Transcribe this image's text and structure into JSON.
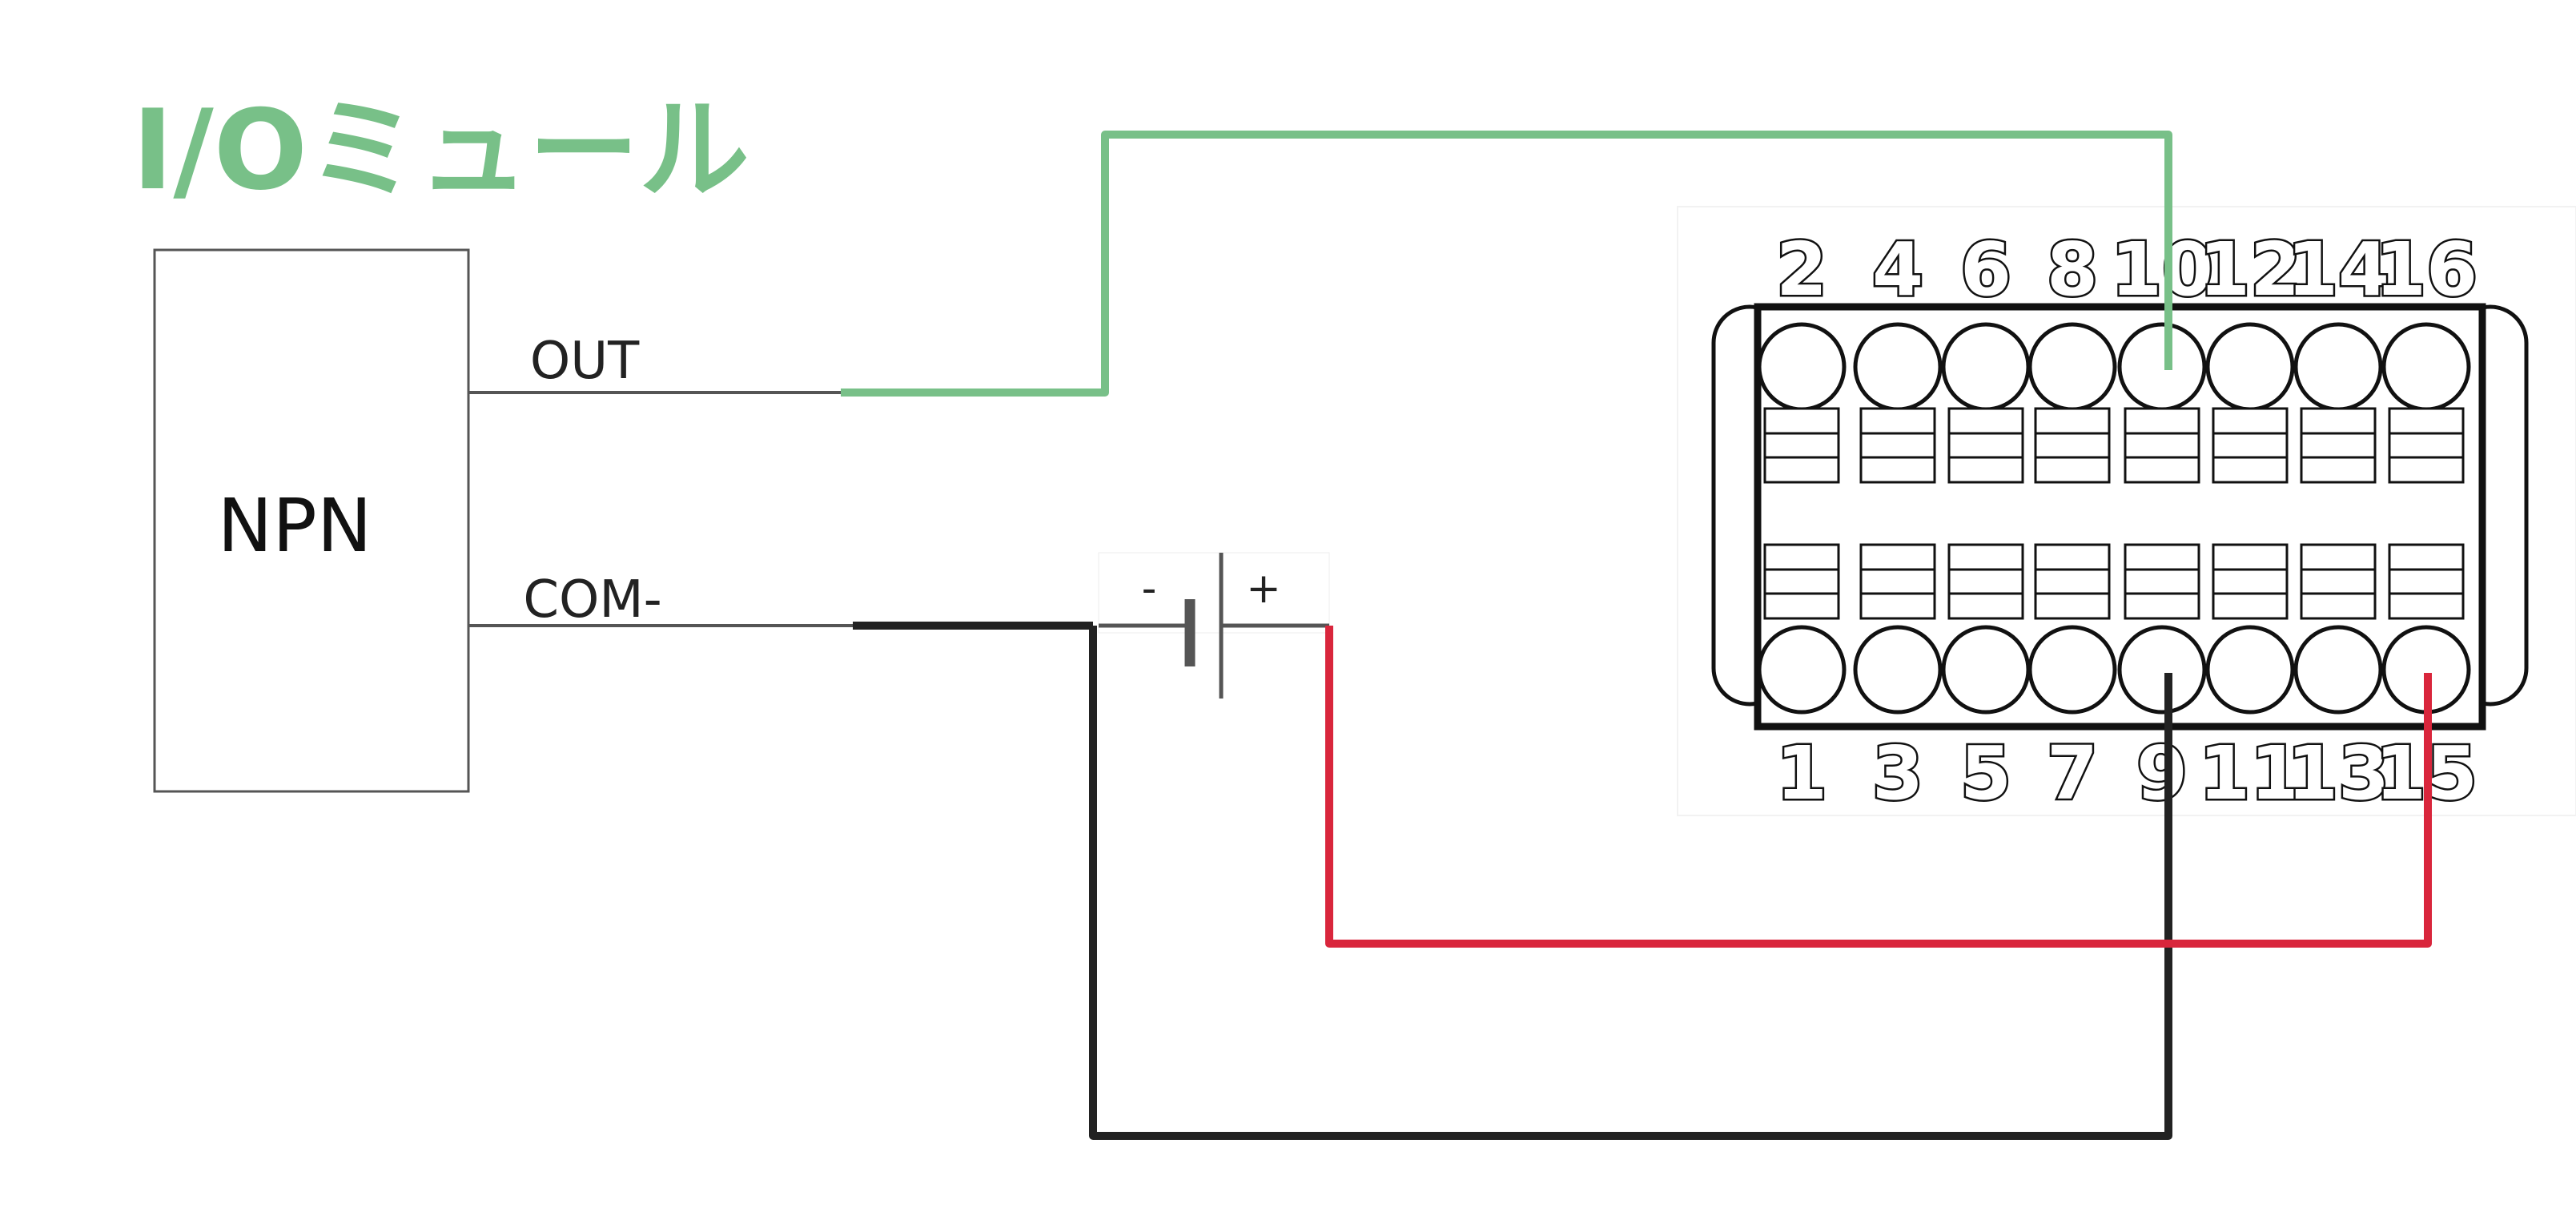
{
  "title": "I/Oミュール",
  "sensor": {
    "label": "NPN",
    "out_label": "OUT",
    "com_label": "COM-"
  },
  "battery": {
    "minus_label": "-",
    "plus_label": "+"
  },
  "terminal_block": {
    "top_numbers": [
      "2",
      "4",
      "6",
      "8",
      "10",
      "12",
      "14",
      "16"
    ],
    "bottom_numbers": [
      "1",
      "3",
      "5",
      "7",
      "9",
      "11",
      "13",
      "15"
    ]
  },
  "colors": {
    "title": "#78c088",
    "out_wire": "#78c088",
    "com_wire": "#222222",
    "positive_wire": "#d9263c",
    "sensor_leads": "#555555"
  }
}
